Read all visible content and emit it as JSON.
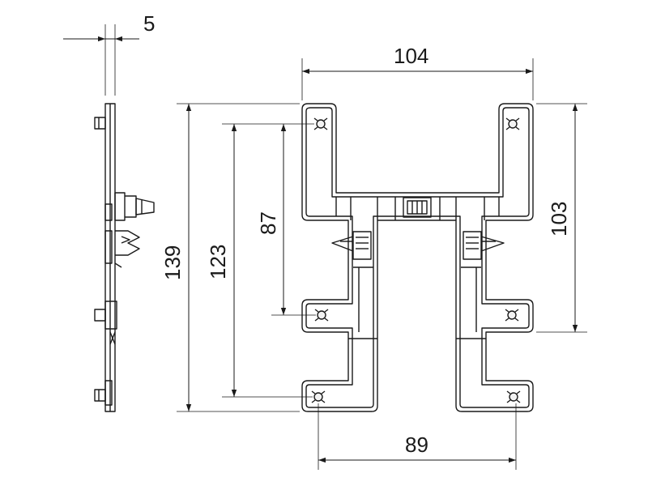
{
  "dimensions": {
    "thickness": "5",
    "width_total": "104",
    "height_total": "139",
    "hole_vertical_outer": "123",
    "hole_vertical_inner": "87",
    "height_right": "103",
    "hole_horizontal_bottom": "89"
  },
  "colors": {
    "line": "#1a1a1a",
    "background": "#ffffff",
    "fill": "#f2f2f2"
  }
}
